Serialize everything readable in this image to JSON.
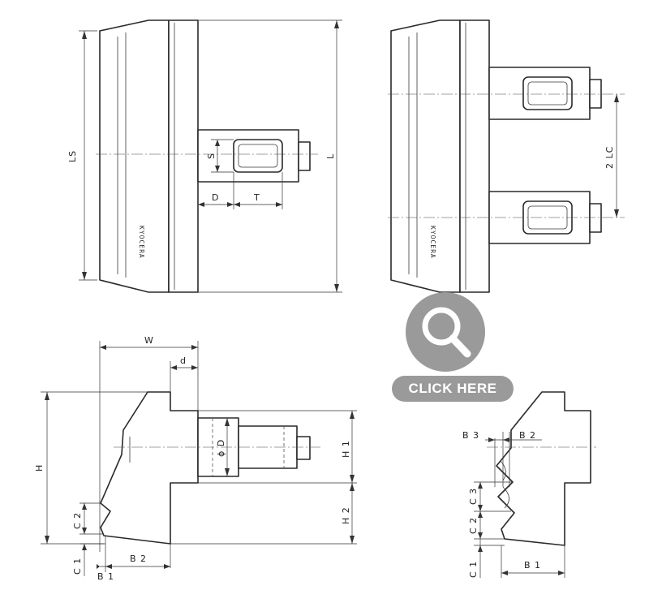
{
  "action": {
    "label": "CLICK HERE",
    "icon": "magnifier-icon",
    "color": "#9a9a9a"
  },
  "brand_text": "KYOCERA",
  "views": {
    "front": {
      "dims": {
        "ls": "LS",
        "l": "L",
        "s": "S",
        "d": "D",
        "t": "T"
      }
    },
    "double": {
      "dims": {
        "lc": "2 LC"
      }
    },
    "side": {
      "dims": {
        "w": "W",
        "d_small": "d",
        "h": "H",
        "h1": "H 1",
        "h2": "H 2",
        "c1": "C 1",
        "c2": "C 2",
        "b1": "B 1",
        "b2": "B 2",
        "phi_d": "ϕ D"
      }
    },
    "profile": {
      "dims": {
        "b3": "B 3",
        "b2": "B 2",
        "c3": "C 3",
        "c2": "C 2",
        "c1": "C 1",
        "b1": "B 1"
      }
    }
  }
}
